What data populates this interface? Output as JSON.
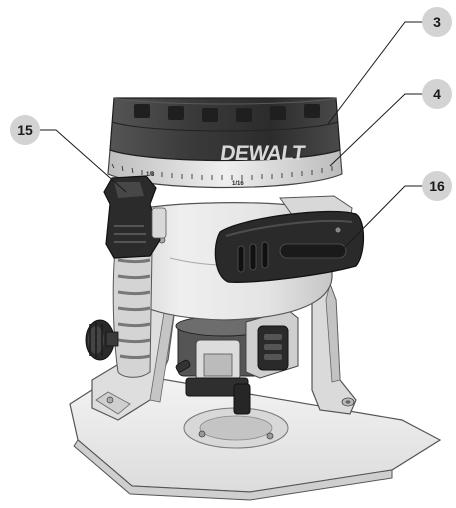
{
  "figure": {
    "brand": "DEWALT",
    "depth_scale_labels": [
      "1/8",
      "1/16"
    ],
    "callouts": [
      {
        "number": "3",
        "part": "motor-housing"
      },
      {
        "number": "4",
        "part": "depth-adjustment-ring"
      },
      {
        "number": "15",
        "part": "clamp-lever"
      },
      {
        "number": "16",
        "part": "base-handle"
      }
    ],
    "colors": {
      "callout_circle": "#d3d3d3",
      "callout_line": "#1a1a1a",
      "motor_dark": "#3b3b3b",
      "housing_light": "#e2e2e2",
      "base_plate": "#eeeeee",
      "rubber_black": "#2a2a2a"
    }
  }
}
